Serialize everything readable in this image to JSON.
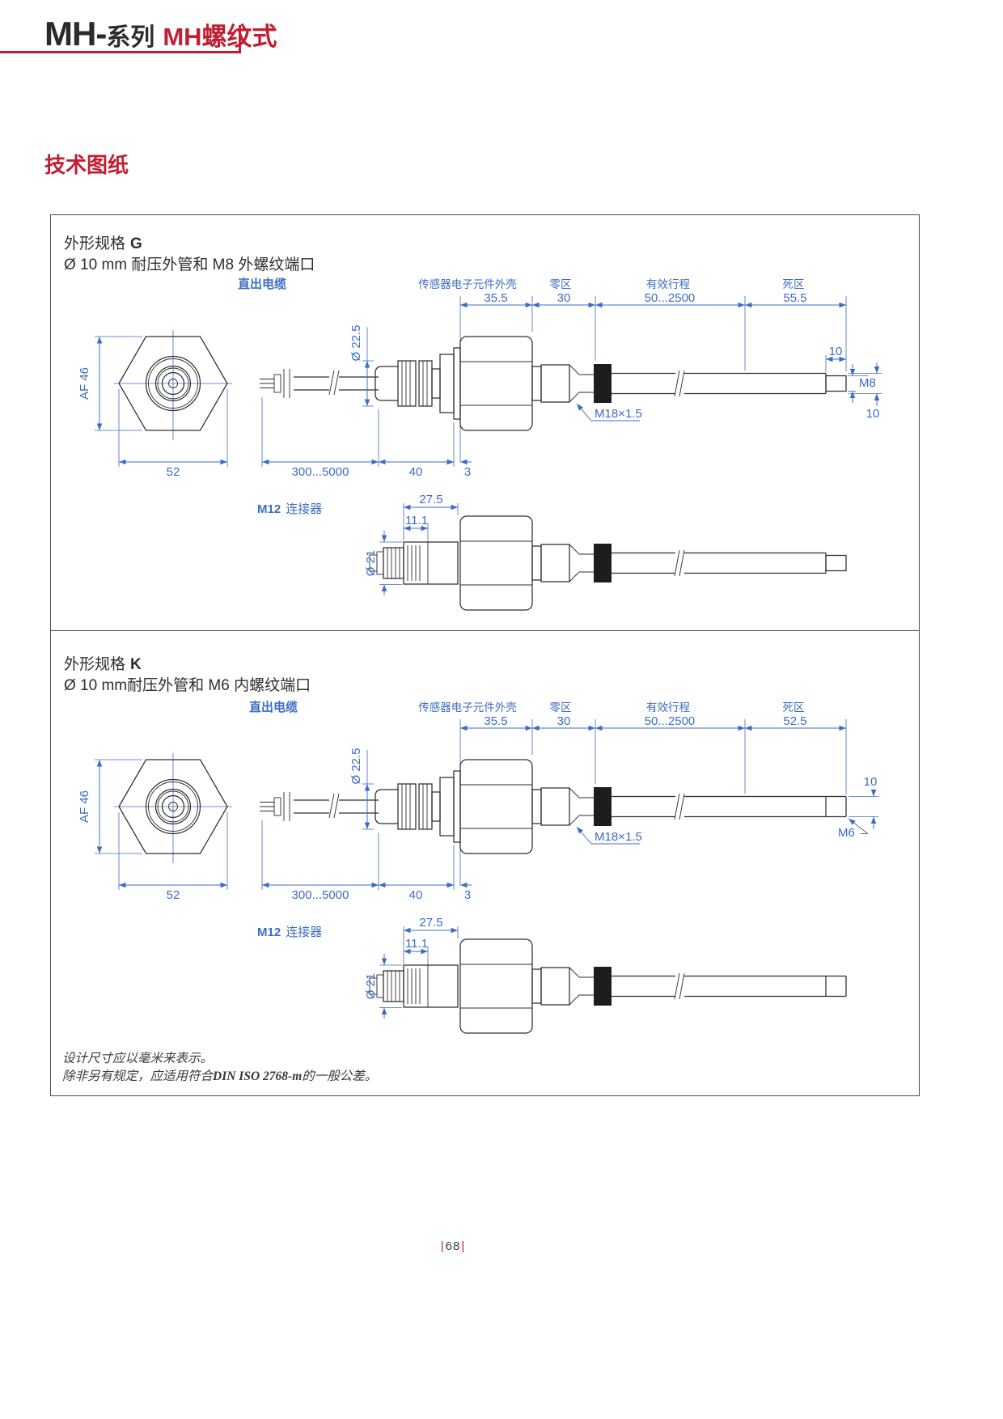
{
  "colors": {
    "accent_red": "#c01f33",
    "dimension_blue": "#3d6cc5",
    "line_dark": "#2e2e2e"
  },
  "header": {
    "series_bold": "MH-",
    "series_cn": "系列",
    "subtitle": "MH螺纹式"
  },
  "section_title": "技术图纸",
  "notes": {
    "line1": "设计尺寸应以毫米来表示。",
    "line2_prefix": "除非另有规定，应适用符合",
    "line2_standard": "DIN ISO 2768-m",
    "line2_suffix": "的一般公差。"
  },
  "footer": {
    "bar": "|",
    "page_number": "68"
  },
  "sections": [
    {
      "variant": "G",
      "title_prefix": "外形规格",
      "subtitle": "Ø 10 mm 耐压外管和 M8 外螺纹端口",
      "labels": {
        "cable_exit": "直出电缆",
        "electronics_housing": "传感器电子元件外壳",
        "zero_zone": "零区",
        "effective_stroke": "有效行程",
        "dead_zone": "死区",
        "connector_bold": "M12",
        "connector_text": "连接器"
      },
      "dims": {
        "housing_length": "35.5",
        "zero_zone_length": "30",
        "stroke_range": "50...2500",
        "dead_zone_length": "55.5",
        "wrench_size": "AF 46",
        "hex_width": "52",
        "cable_length": "300...5000",
        "gland_length": "40",
        "washer_thickness": "3",
        "gland_diameter": "Ø 22.5",
        "mount_thread": "M18×1.5",
        "tip_length": "10",
        "end_thread": "M8",
        "rod_diameter": "10",
        "connector_length": "27.5",
        "connector_tip_length": "11.1",
        "connector_diameter": "Ø 21"
      }
    },
    {
      "variant": "K",
      "title_prefix": "外形规格",
      "subtitle": "Ø 10 mm耐压外管和 M6 内螺纹端口",
      "labels": {
        "cable_exit": "直出电缆",
        "electronics_housing": "传感器电子元件外壳",
        "zero_zone": "零区",
        "effective_stroke": "有效行程",
        "dead_zone": "死区",
        "connector_bold": "M12",
        "connector_text": "连接器"
      },
      "dims": {
        "housing_length": "35.5",
        "zero_zone_length": "30",
        "stroke_range": "50...2500",
        "dead_zone_length": "52.5",
        "wrench_size": "AF 46",
        "hex_width": "52",
        "cable_length": "300...5000",
        "gland_length": "40",
        "washer_thickness": "3",
        "gland_diameter": "Ø 22.5",
        "mount_thread": "M18×1.5",
        "end_thread": "M6",
        "rod_diameter": "10",
        "connector_length": "27.5",
        "connector_tip_length": "11.1",
        "connector_diameter": "Ø 21"
      }
    }
  ]
}
